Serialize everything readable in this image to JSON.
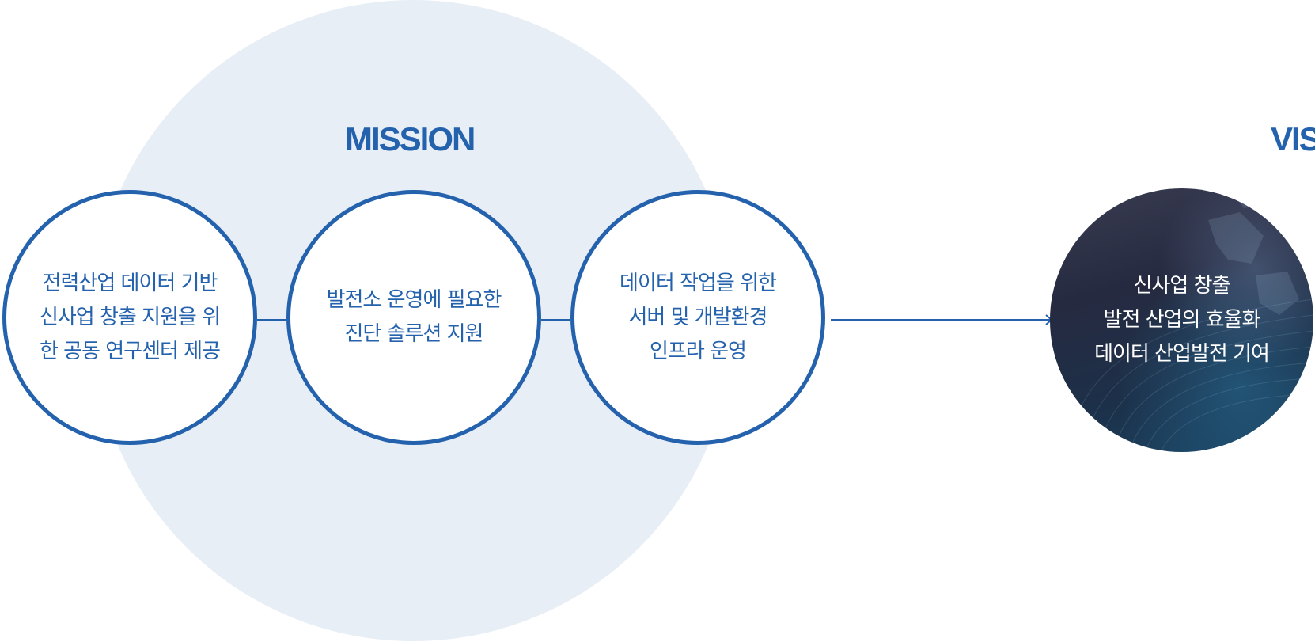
{
  "colors": {
    "primary": "#2462ad",
    "background_circle": "#e8eef5",
    "vision_text": "#ffffff"
  },
  "mission": {
    "heading": "MISSION",
    "items": [
      {
        "label": "전력산업 데이터 기반\n신사업 창출 지원을 위\n한 공동 연구센터 제공"
      },
      {
        "label": "발전소 운영에 필요한\n진단 솔루션 지원"
      },
      {
        "label": "데이터 작업을 위한\n서버 및 개발환경\n인프라 운영"
      }
    ]
  },
  "vision": {
    "heading": "VISION",
    "label": "신사업 창출\n발전 산업의 효율화\n데이터 산업발전 기여"
  }
}
